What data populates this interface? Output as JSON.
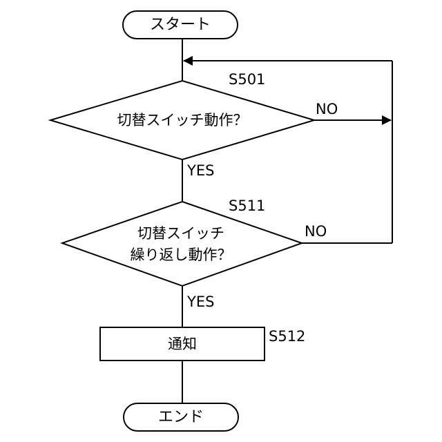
{
  "flowchart": {
    "start": {
      "label": "スタート"
    },
    "decision_1": {
      "step_id": "S501",
      "lines": [
        "切替スイッチ動作？"
      ],
      "no_label": "NO",
      "yes_label": "YES"
    },
    "decision_2": {
      "step_id": "S511",
      "lines": [
        "切替スイッチ",
        "繰り返し動作？"
      ],
      "no_label": "NO",
      "yes_label": "YES"
    },
    "process_1": {
      "step_id": "S512",
      "label": "通知"
    },
    "end": {
      "label": "エンド"
    }
  }
}
